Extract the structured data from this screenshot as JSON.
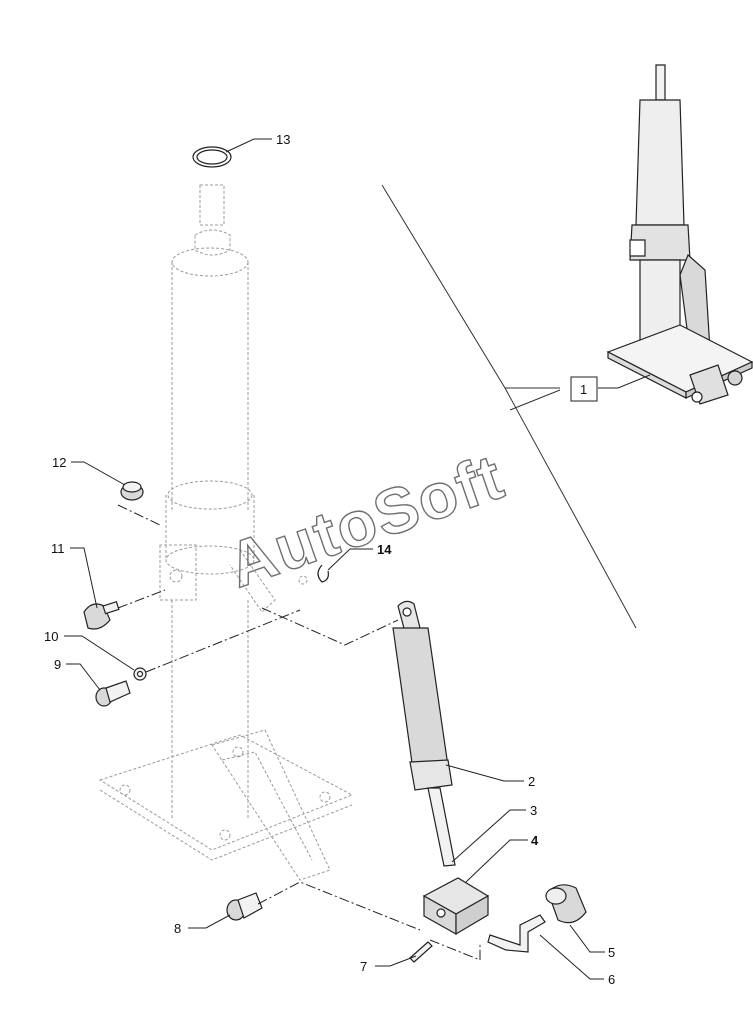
{
  "watermark": "AutoSoft",
  "callouts": {
    "c1": "1",
    "c2": "2",
    "c3": "3",
    "c4": "4",
    "c5": "5",
    "c6": "6",
    "c7": "7",
    "c8": "8",
    "c9": "9",
    "c10": "10",
    "c11": "11",
    "c12": "12",
    "c13": "13",
    "c14": "14"
  },
  "colors": {
    "ghost_outline": "#9a9a9a",
    "part_outline": "#222222",
    "part_shade": "#d9d9d9"
  }
}
